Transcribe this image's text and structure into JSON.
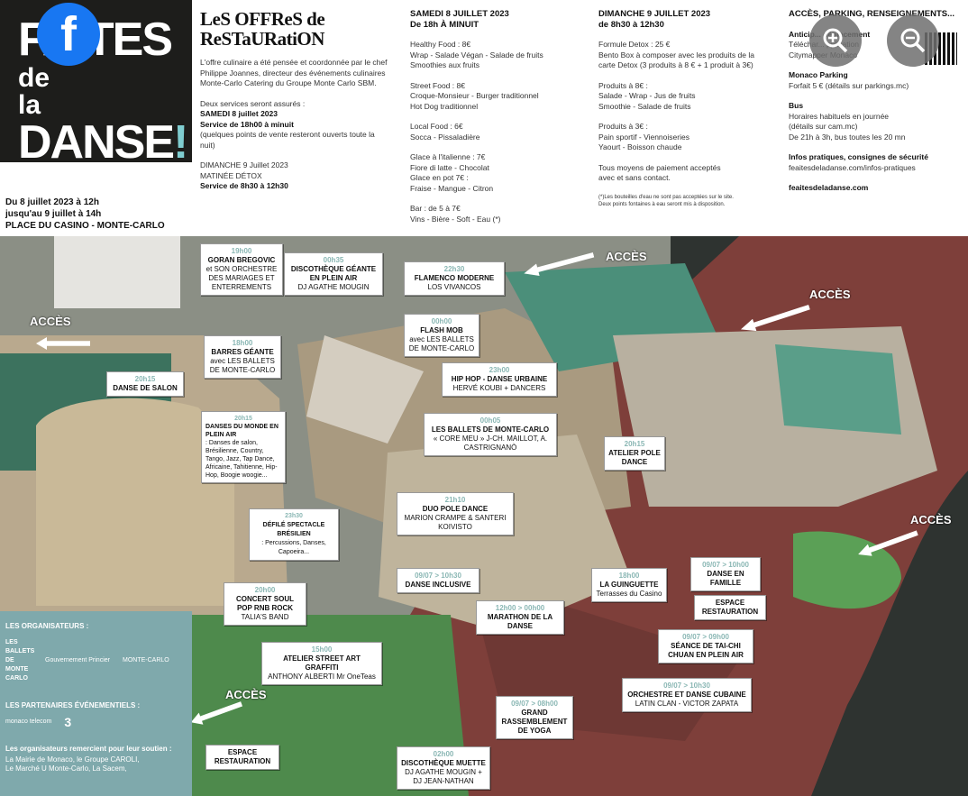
{
  "logo": {
    "line1": "FAITES",
    "line2a": "de",
    "line2b": "la",
    "line2c": "DANSE",
    "excl": "!"
  },
  "dates": [
    "Du 8 juillet 2023 à 12h",
    "jusqu'au 9 juillet à 14h",
    "PLACE DU CASINO - MONTE-CARLO"
  ],
  "resto": {
    "title1": "LeS OFFReS de",
    "title2": "ReSTaURatiON",
    "intro": "L'offre culinaire a été pensée et coordonnée par le chef Philippe Joannes, directeur des événements culinaires Monte-Carlo Catering du Groupe Monte Carlo SBM.",
    "services_intro": "Deux services seront assurés :",
    "sat_label": "SAMEDI 8 juillet 2023",
    "sat_time": "Service de 18h00 à minuit",
    "sat_note": "(quelques points de vente resteront ouverts toute la nuit)",
    "sun_label": "DIMANCHE 9 Juillet 2023",
    "sun_name": "MATINÉE DÉTOX",
    "sun_time": "Service de 8h30 à 12h30"
  },
  "saturday": {
    "h1": "SAMEDI 8 JUILLET 2023",
    "h2": "De 18h À MINUIT",
    "b1": [
      "Healthy Food : 8€",
      "Wrap - Salade Végan - Salade de fruits",
      "Smoothies aux fruits"
    ],
    "b2": [
      "Street Food : 8€",
      "Croque-Monsieur - Burger traditionnel",
      "Hot Dog traditionnel"
    ],
    "b3": [
      "Local Food : 6€",
      "Socca - Pissaladière"
    ],
    "b4": [
      "Glace à l'italienne : 7€",
      "Fiore di latte - Chocolat",
      "Glace en pot 7€ :",
      "Fraise - Mangue - Citron"
    ],
    "b5": [
      "Bar : de 5 à 7€",
      "Vins - Bière - Soft - Eau (*)"
    ]
  },
  "sunday": {
    "h1": "DIMANCHE 9 JUILLET 2023",
    "h2": "de 8h30 à 12h30",
    "b1": [
      "Formule Detox : 25 €",
      "Bento Box à composer avec les produits de la",
      "carte Detox (3 produits à 8 € + 1 produit à 3€)"
    ],
    "b2": [
      "Produits à 8€ :",
      "Salade - Wrap - Jus de fruits",
      "Smoothie - Salade de fruits"
    ],
    "b3": [
      "Produits à 3€ :",
      "Pain sportif - Viennoiseries",
      "Yaourt - Boisson chaude"
    ],
    "b4": [
      "Tous moyens de paiement acceptés",
      "avec et sans contact."
    ],
    "note": [
      "(*)Les bouteilles d'eau ne sont pas acceptées sur le site.",
      "Deux points fontaines à eau seront mis à disposition."
    ]
  },
  "access": {
    "h": "ACCÈS, PARKING, RENSEIGNEMENTS...",
    "b1": [
      "Anticip... déplacement",
      "Téléchar... pplication",
      "Citymapper Monaco"
    ],
    "b2": [
      "Monaco Parking",
      "Forfait 5 € (détails sur parkings.mc)"
    ],
    "b3": [
      "Bus",
      "Horaires habituels en journée",
      "(détails sur cam.mc)",
      "De 21h à 3h, bus toutes les 20 mn"
    ],
    "b4": [
      "Infos pratiques, consignes de sécurité",
      "feaitesdeladanse.com/infos-pratiques"
    ],
    "site": "feaitesdeladanse.com"
  },
  "map": {
    "acces": "ACCÈS",
    "events": [
      {
        "t": "19h00",
        "a": "GORAN BREGOVIC",
        "s": "et SON ORCHESTRE DES MARIAGES ET ENTERREMENTS"
      },
      {
        "t": "00h35",
        "a": "DISCOTHÈQUE GÉANTE EN PLEIN AIR",
        "s": "DJ AGATHE MOUGIN"
      },
      {
        "t": "22h30",
        "a": "FLAMENCO MODERNE",
        "s": "LOS VIVANCOS"
      },
      {
        "t": "00h00",
        "a": "FLASH MOB",
        "s": "avec LES BALLETS DE MONTE-CARLO"
      },
      {
        "t": "18h00",
        "a": "BARRES GÉANTE",
        "s": "avec LES BALLETS DE MONTE-CARLO"
      },
      {
        "t": "20h15",
        "a": "DANSE DE SALON",
        "s": ""
      },
      {
        "t": "23h00",
        "a": "HIP HOP - DANSE URBAINE",
        "s": "HERVÉ KOUBI + DANCERS"
      },
      {
        "t": "00h05",
        "a": "LES BALLETS DE MONTE-CARLO",
        "s": "« CORE MEU » J-CH. MAILLOT, A. CASTRIGNANÒ"
      },
      {
        "t": "20h15",
        "a": "DANSES DU MONDE EN PLEIN AIR",
        "s": ": Danses de salon, Brésilienne, Country, Tango, Jazz, Tap Dance, Africaine, Tahitienne, Hip-Hop, Boogie woogie..."
      },
      {
        "t": "20h15",
        "a": "ATELIER POLE DANCE",
        "s": ""
      },
      {
        "t": "21h10",
        "a": "DUO POLE DANCE",
        "s": "MARION CRAMPE & SANTERI KOIVISTO"
      },
      {
        "t": "23h30",
        "a": "DÉFILÉ SPECTACLE BRÉSILIEN",
        "s": ": Percussions, Danses, Capoeira..."
      },
      {
        "t": "09/07 > 10h30",
        "a": "DANSE INCLUSIVE",
        "s": ""
      },
      {
        "t": "18h00",
        "a": "LA GUINGUETTE",
        "s": "Terrasses du Casino"
      },
      {
        "t": "09/07 > 10h00",
        "a": "DANSE EN FAMILLE",
        "s": ""
      },
      {
        "t": "20h00",
        "a": "CONCERT SOUL POP RNB ROCK",
        "s": "TALIA'S BAND"
      },
      {
        "t": "12h00 > 00h00",
        "a": "MARATHON DE LA DANSE",
        "s": ""
      },
      {
        "t": "",
        "a": "ESPACE RESTAURATION",
        "s": ""
      },
      {
        "t": "09/07 > 09h00",
        "a": "SÉANCE DE TAI-CHI CHUAN EN PLEIN AIR",
        "s": ""
      },
      {
        "t": "15h00",
        "a": "ATELIER STREET ART GRAFFITI",
        "s": "ANTHONY ALBERTI Mr OneTeas"
      },
      {
        "t": "09/07 > 10h30",
        "a": "ORCHESTRE ET DANSE CUBAINE",
        "s": "LATIN CLAN - VICTOR ZAPATA"
      },
      {
        "t": "09/07 > 08h00",
        "a": "GRAND RASSEMBLEMENT DE YOGA",
        "s": ""
      },
      {
        "t": "",
        "a": "ESPACE RESTAURATION",
        "s": ""
      },
      {
        "t": "02h00",
        "a": "DISCOTHÈQUE MUETTE",
        "s": "DJ AGATHE MOUGIN + DJ JEAN-NATHAN"
      }
    ]
  },
  "sponsors": {
    "h1": "LES ORGANISATEURS :",
    "org": [
      "LES BALLETS DE MONTE CARLO",
      "Gouvernement Princier",
      "MONTE-CARLO"
    ],
    "h2": "LES PARTENAIRES ÉVÉNEMENTIELS :",
    "part": [
      "monaco telecom",
      "3"
    ],
    "h3": "Les organisateurs remercient pour leur soutien :",
    "thanks": [
      "La Mairie de Monaco, le Groupe CAROLI,",
      "Le Marché U Monte-Carlo, La Sacem,"
    ]
  },
  "colors": {
    "accent": "#8ab7b4",
    "fb": "#1877f2",
    "dark": "#1d1d1b"
  }
}
